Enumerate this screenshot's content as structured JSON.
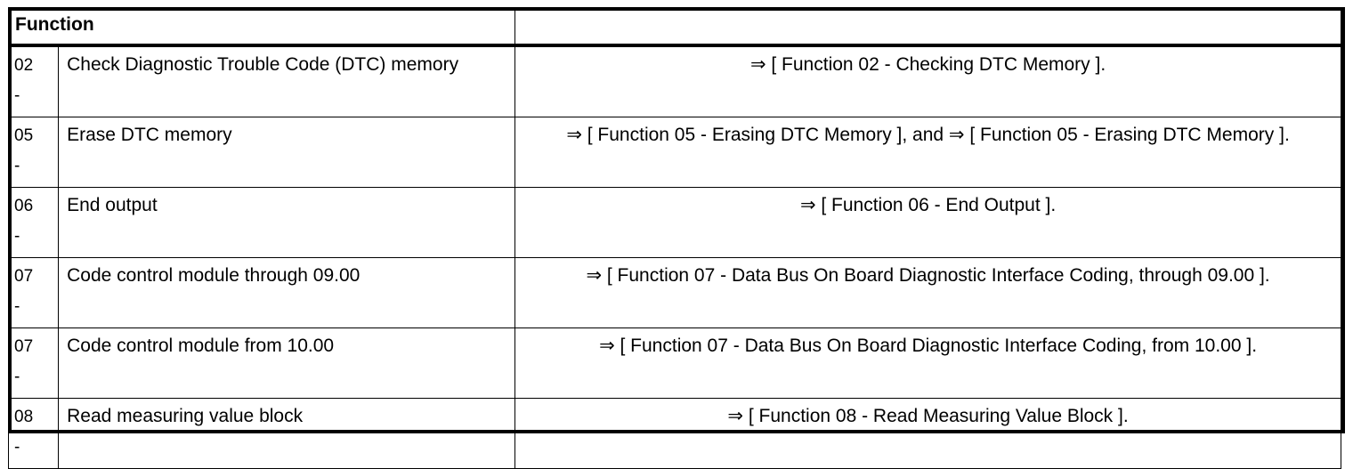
{
  "document": {
    "kind": "reference-table",
    "title": "Function"
  },
  "table": {
    "columns": [
      {
        "key": "code",
        "header": "Function"
      },
      {
        "key": "description",
        "header": ""
      },
      {
        "key": "reference",
        "header": ""
      }
    ],
    "header": {
      "function_label": "Function",
      "blank_label": ""
    },
    "code_suffix": "-",
    "rows": [
      {
        "code": "02",
        "dash": "-",
        "description": "Check Diagnostic Trouble Code (DTC) memory",
        "reference": "⇒ [ Function 02 - Checking DTC Memory ]."
      },
      {
        "code": "05",
        "dash": "-",
        "description": "Erase DTC memory",
        "reference": "⇒ [ Function 05 - Erasing DTC Memory ], and ⇒ [ Function 05 - Erasing DTC Memory ]."
      },
      {
        "code": "06",
        "dash": "-",
        "description": "End output",
        "reference": "⇒ [ Function 06 - End Output ]."
      },
      {
        "code": "07",
        "dash": "-",
        "description": "Code control module through 09.00",
        "reference": "⇒ [ Function 07 - Data Bus On Board Diagnostic Interface Coding, through 09.00 ]."
      },
      {
        "code": "07",
        "dash": "-",
        "description": "Code control module from 10.00",
        "reference": "⇒ [ Function 07 - Data Bus On Board Diagnostic Interface Coding, from 10.00 ]."
      },
      {
        "code": "08",
        "dash": "-",
        "description": "Read measuring value block",
        "reference": "⇒ [ Function 08 - Read Measuring Value Block ]."
      }
    ]
  },
  "colors": {
    "ink": "#000000",
    "paper": "#ffffff"
  }
}
